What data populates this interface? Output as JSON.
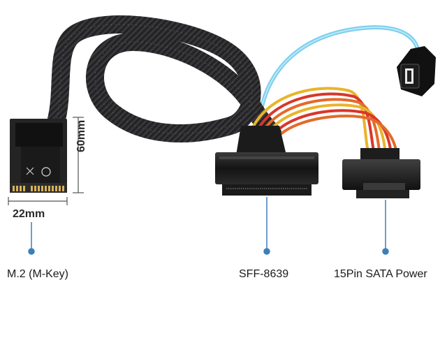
{
  "labels": {
    "m2": "M.2 (M-Key)",
    "sff": "SFF-8639",
    "sata": "15Pin SATA Power"
  },
  "dimensions": {
    "width": "22mm",
    "height": "60mm"
  },
  "colors": {
    "braid": "#2b2b2d",
    "connector": "#151515",
    "sata_cable": "#7fd0ee",
    "wire_red": "#d9362b",
    "wire_yellow": "#e9b42a",
    "wire_orange": "#e46a2a",
    "callout_dot": "#3d7fb8",
    "pcb": "#2a2a2a",
    "gold": "#d8b25a"
  }
}
